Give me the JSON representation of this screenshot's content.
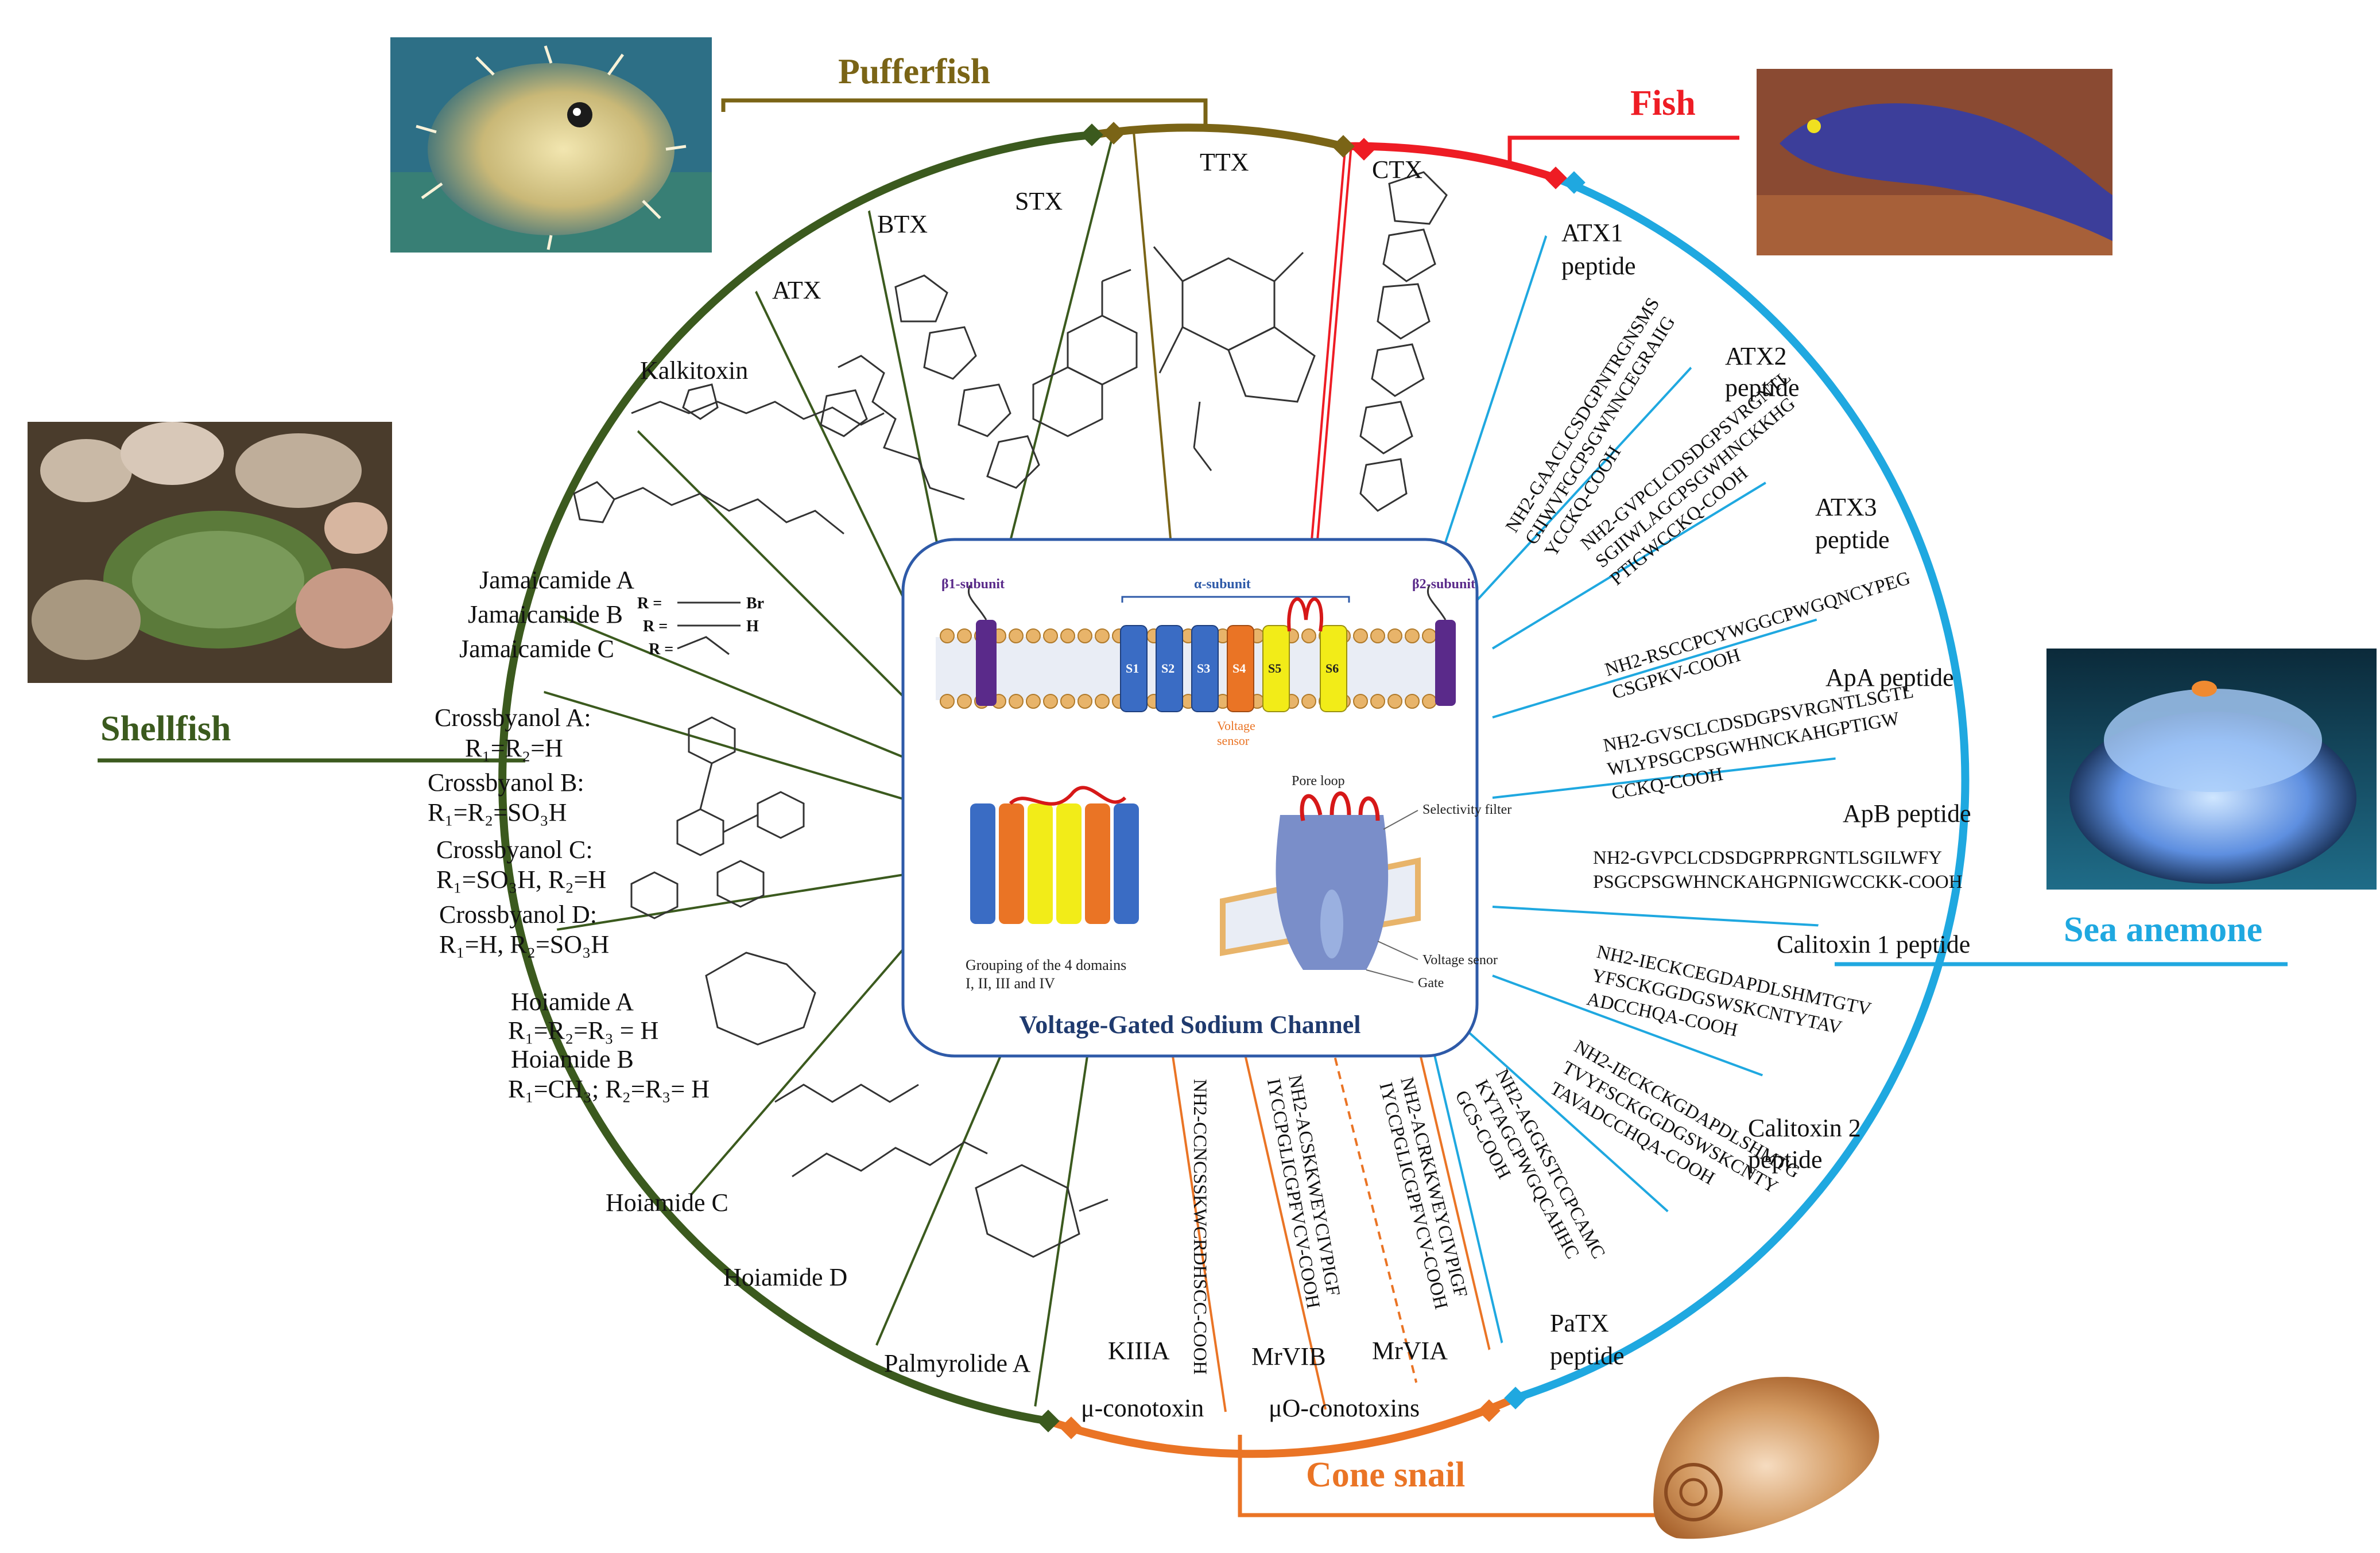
{
  "colors": {
    "pufferfish": "#7a6416",
    "fish": "#ee1c24",
    "sea_anemone": "#1fa8e0",
    "cone_snail": "#ea7425",
    "shellfish": "#3b5a1e",
    "center_title": "#1f3a6e"
  },
  "sources": {
    "pufferfish": "Pufferfish",
    "fish": "Fish",
    "sea_anemone": "Sea anemone",
    "cone_snail": "Cone snail",
    "shellfish": "Shellfish"
  },
  "toxins": {
    "ttx": "TTX",
    "ctx": "CTX",
    "stx": "STX",
    "btx": "BTX",
    "atx": "ATX",
    "kalkitoxin": "Kalkitoxin",
    "jamaicamide_a": "Jamaicamide A",
    "jamaicamide_b": "Jamaicamide B",
    "jamaicamide_c": "Jamaicamide C",
    "crossbyanol_a": "Crossbyanol A:",
    "crossbyanol_a_r": "R₁=R₂=H",
    "crossbyanol_b": "Crossbyanol B:",
    "crossbyanol_b_r": "R₁=R₂=SO₃H",
    "crossbyanol_c": "Crossbyanol C:",
    "crossbyanol_c_r": "R₁=SO₃H, R₂=H",
    "crossbyanol_d": "Crossbyanol D:",
    "crossbyanol_d_r": "R₁=H, R₂=SO₃H",
    "hoiamide_a": "Hoiamide A",
    "hoiamide_a_r": "R₁=R₂=R₃ = H",
    "hoiamide_b": "Hoiamide B",
    "hoiamide_b_r": "R₁=CH₃; R₂=R₃= H",
    "hoiamide_c": "Hoiamide C",
    "hoiamide_d": "Hoiamide D",
    "palmyrolide_a": "Palmyrolide A",
    "kiiia": "KIIIA",
    "mu_conotoxin": "μ-conotoxin",
    "mrvib": "MrVIB",
    "mrvia": "MrVIA",
    "muo_conotoxins": "μO-conotoxins",
    "jamaicamide_r_b": "R =",
    "jamaicamide_r_br": "Br",
    "jamaicamide_r_h": "H"
  },
  "peptides": {
    "atx1_name": "ATX1",
    "atx1_sub": "peptide",
    "atx1_seq": [
      "NH2-GAACLCSDGPNTRGNSMS",
      "GIIWVFGCPSGWNNCEGRAIIG",
      "YCCKQ-COOH"
    ],
    "atx2_name": "ATX2",
    "atx2_sub": "peptide",
    "atx2_seq": [
      "NH2-GVPCLCDSDGPSVRGNTL",
      "SGIIWLAGCPSGWHNCKKHG",
      "PTIGWCCKQ-COOH"
    ],
    "atx3_name": "ATX3",
    "atx3_sub": "peptide",
    "atx3_seq": [
      "NH2-RSCCPCYWGGCPWGQNCYPEG",
      "CSGPKV-COOH"
    ],
    "apa_name": "ApA peptide",
    "apa_seq": [
      "NH2-GVSCLCDSDGPSVRGNTLSGTL",
      "WLYPSGCPSGWHNCKAHGPTIGW",
      "CCKQ-COOH"
    ],
    "apb_name": "ApB peptide",
    "apb_seq": [
      "NH2-GVPCLCDSDGPRPRGNTLSGILWFY",
      "PSGCPSGWHNCKAHGPNIGWCCKK-COOH"
    ],
    "calitoxin1_name": "Calitoxin 1 peptide",
    "calitoxin1_seq": [
      "NH2-IECKCEGDAPDLSHMTGTV",
      "YFSCKGGDGSWSKCNTYTAV",
      "ADCCHQA-COOH"
    ],
    "calitoxin2_name": "Calitoxin 2",
    "calitoxin2_sub": "peptide",
    "calitoxin2_seq": [
      "NH2-IECKCKGDAPDLSHMTG",
      "TVYFSCKGGDGSWSKCNTY",
      "TAVADCCHQA-COOH"
    ],
    "patx_name": "PaTX",
    "patx_sub": "peptide",
    "patx_seq": [
      "NH2-AGGKSTCCPCAMC",
      "KYTAGCPWGQCAHHC",
      "GCS-COOH"
    ],
    "kiiia_seq": "NH2-CCNCSSKWCRDHSCC-COOH",
    "mrvib_seq": [
      "NH2-ACSKKWEYCIVPIGF",
      "IYCCPGLICGPFVCV-COOH"
    ],
    "mrvia_seq": [
      "NH2-ACRKKWEYCIVPIGF",
      "IYCCPGLICGPFVCV-COOH"
    ]
  },
  "center": {
    "title": "Voltage-Gated Sodium Channel",
    "beta1": "β1-subunit",
    "alpha": "α-subunit",
    "beta2": "β2-subunit",
    "segments": [
      "S1",
      "S2",
      "S3",
      "S4",
      "S5",
      "S6"
    ],
    "voltage_sensor": "Voltage\nsensor",
    "grouping_caption": [
      "Grouping of the 4 domains",
      "I, II, III and IV"
    ],
    "pore_loop": "Pore loop",
    "selectivity_filter": "Selectivity filter",
    "voltage_senor": "Voltage senor",
    "gate": "Gate"
  }
}
